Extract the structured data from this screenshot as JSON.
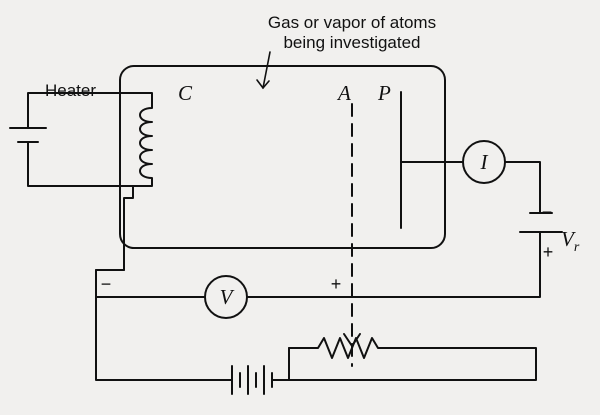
{
  "labels": {
    "gas_line1": "Gas or vapor of atoms",
    "gas_line2": "being investigated",
    "heater": "Heater",
    "cathode": "C",
    "anode": "A",
    "plate": "P",
    "current_meter": "I",
    "voltmeter": "V",
    "retarding_v_symbol": "V",
    "retarding_v_subscript": "r",
    "minus_left": "−",
    "plus_center": "+",
    "minus_battery": "−",
    "plus_battery": "+"
  }
}
